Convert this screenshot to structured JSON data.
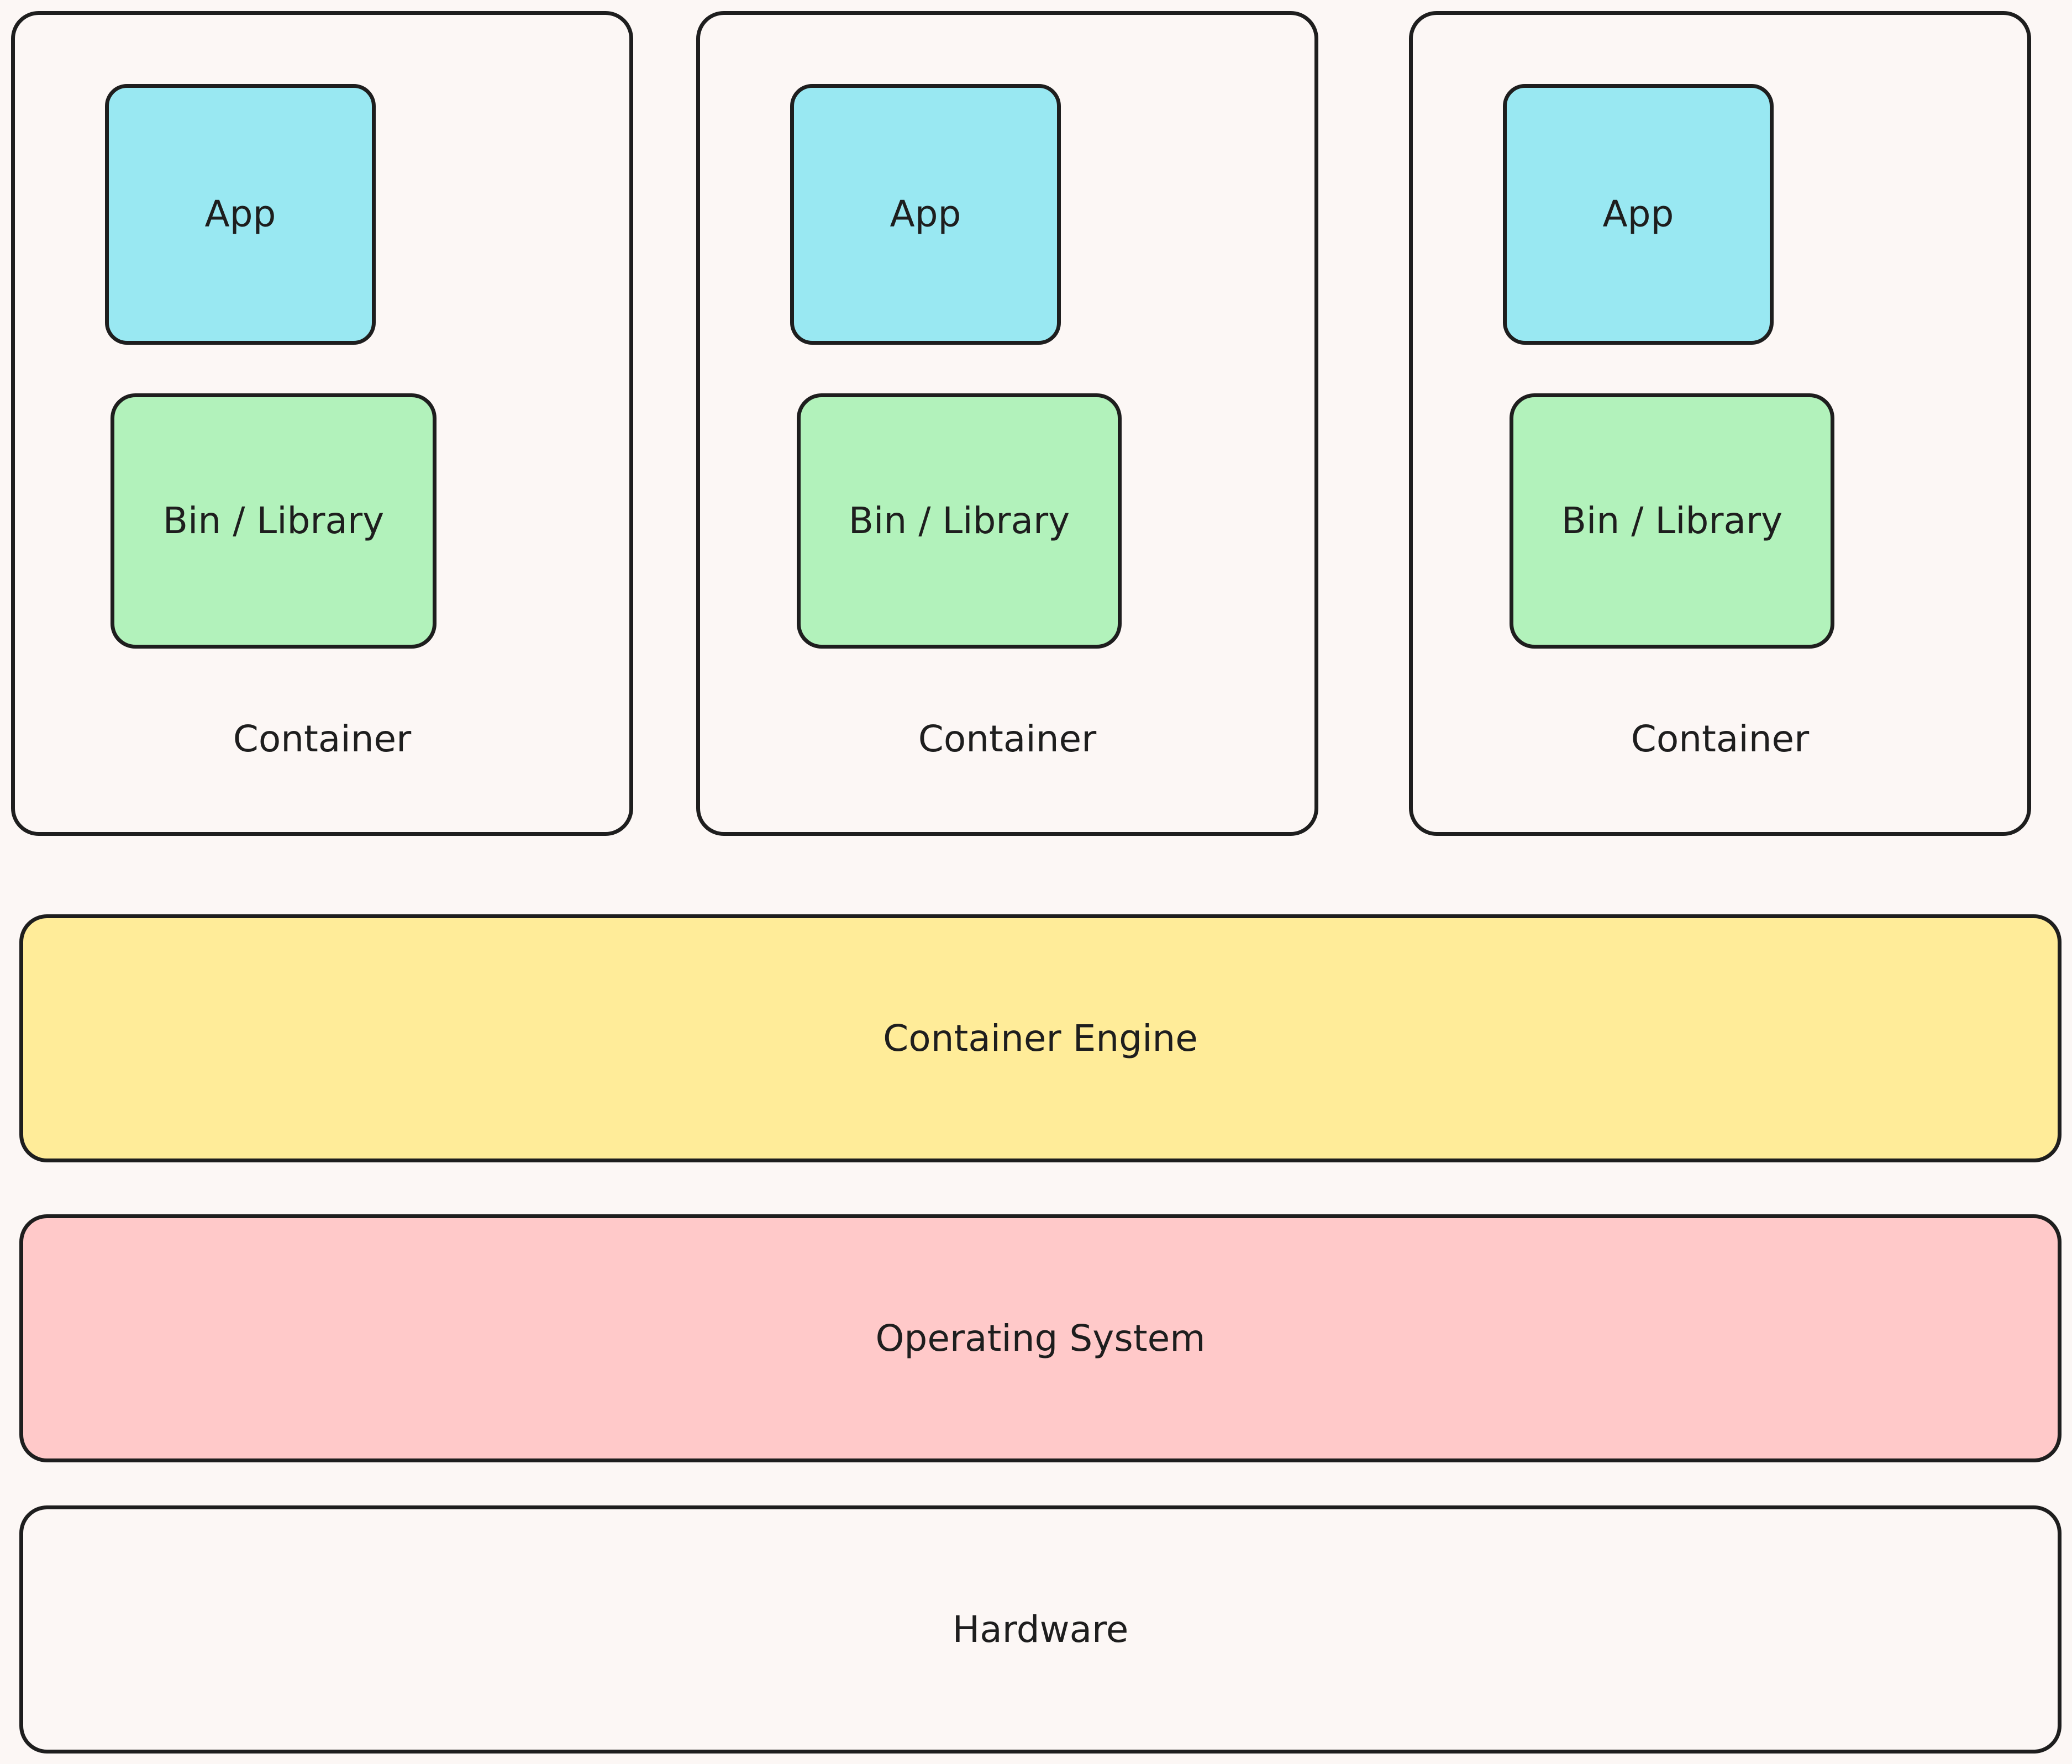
{
  "containers": [
    {
      "label": "Container",
      "app_label": "App",
      "lib_label": "Bin / Library"
    },
    {
      "label": "Container",
      "app_label": "App",
      "lib_label": "Bin / Library"
    },
    {
      "label": "Container",
      "app_label": "App",
      "lib_label": "Bin / Library"
    }
  ],
  "layers": {
    "engine": "Container Engine",
    "os": "Operating System",
    "hardware": "Hardware"
  },
  "colors": {
    "background": "#fcf7f5",
    "stroke": "#1e1e1e",
    "app": "#99e8f2",
    "library": "#b2f2bb",
    "engine": "#ffec99",
    "os": "#ffc9c9"
  }
}
